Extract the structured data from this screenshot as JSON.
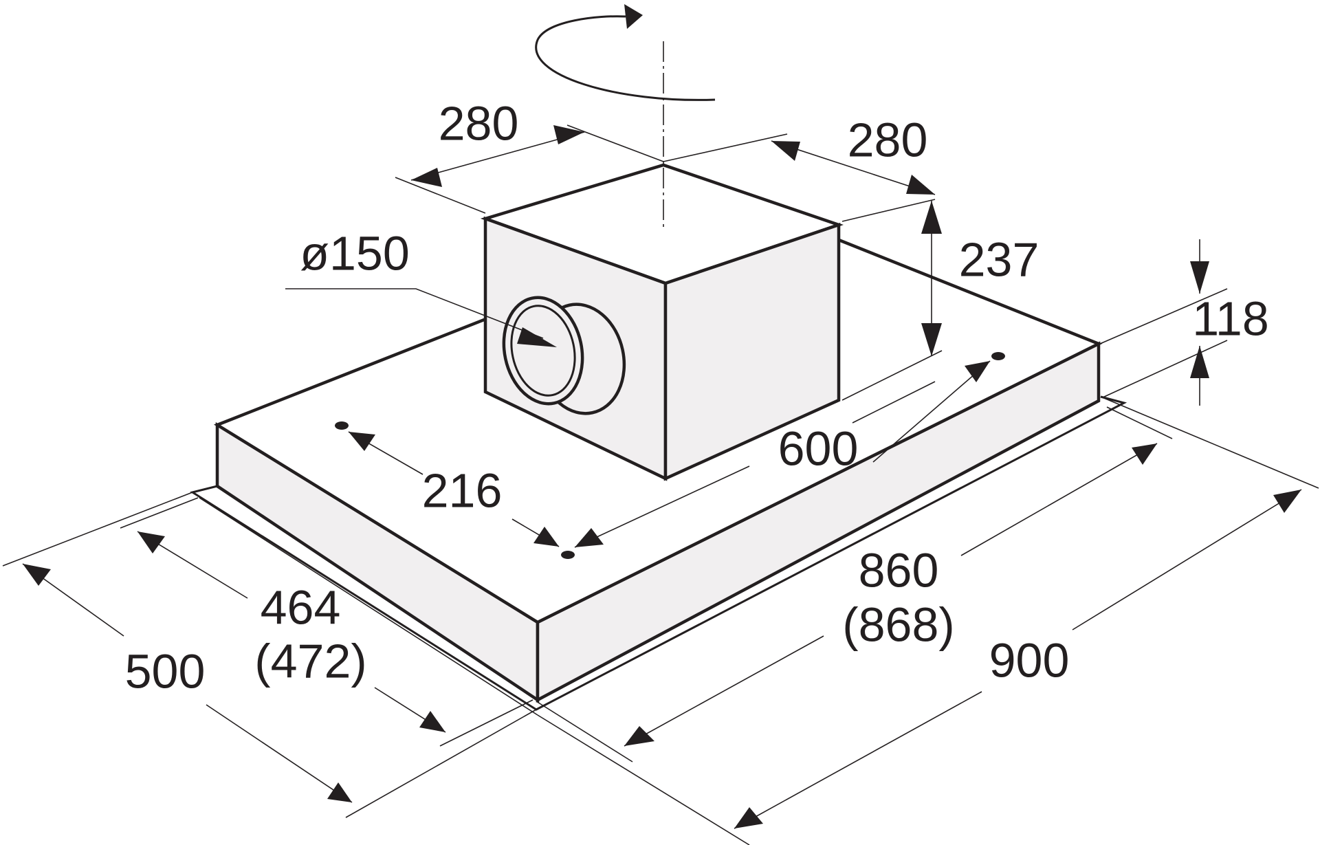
{
  "colors": {
    "line": "#231f20",
    "panel": "#f1eff0",
    "background": "#ffffff"
  },
  "dimensions": {
    "width_outer": "900",
    "width_inner": "860",
    "width_inner_alt": "(868)",
    "depth_outer": "500",
    "depth_inner": "464",
    "depth_inner_alt": "(472)",
    "hole_spacing_long": "600",
    "hole_spacing_short": "216",
    "motor_width": "280",
    "motor_depth": "280",
    "motor_height": "237",
    "body_height": "118",
    "duct_diameter": "ø150"
  }
}
